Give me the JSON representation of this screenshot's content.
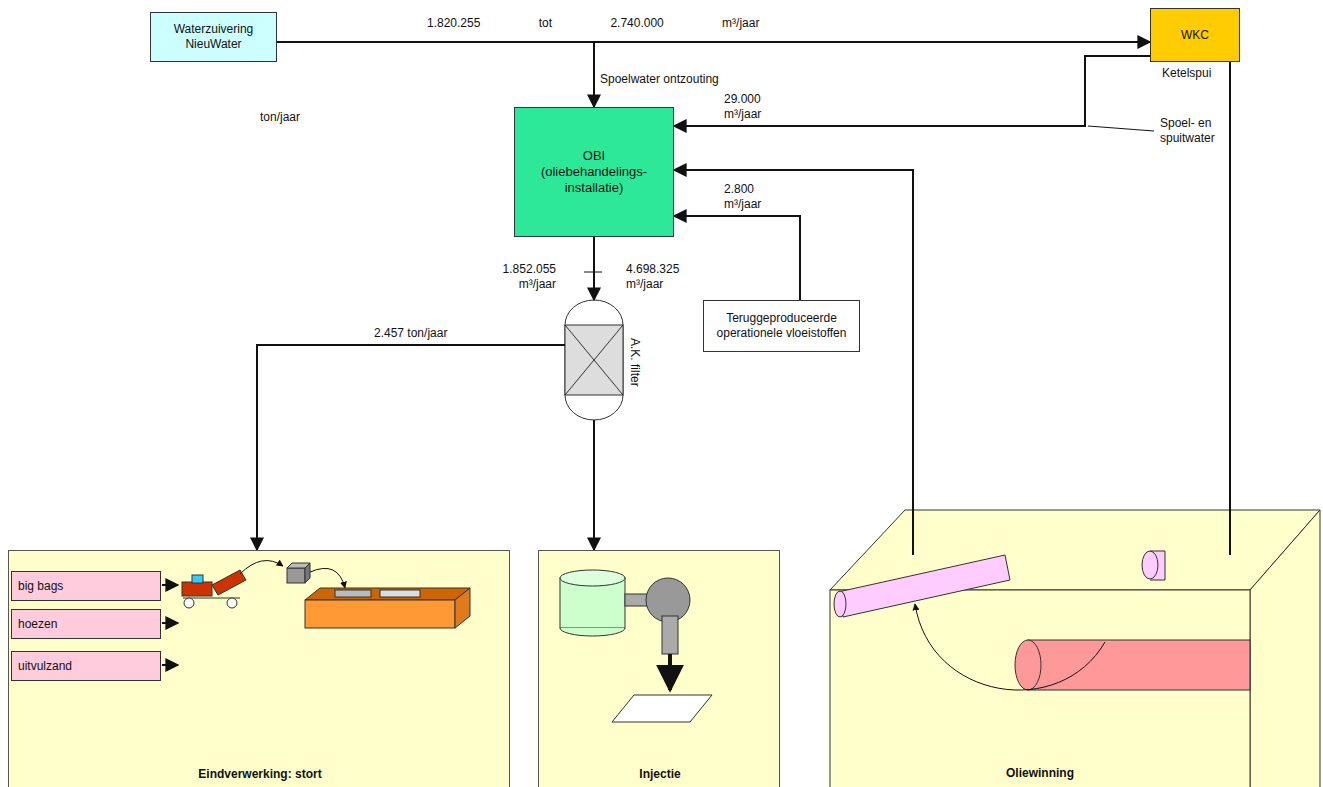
{
  "diagram": {
    "nodes": [
      {
        "text": [
          "Waterzuivering NieuWater"
        ]
      },
      {
        "text": [
          "WKC"
        ]
      },
      {
        "text": [
          "OBI (oliebehandelings- installatie)"
        ]
      },
      {
        "text": [
          "Teruggeproduceerde operationele vloeistoffen"
        ]
      },
      {
        "text": [
          "A.K. filter"
        ]
      },
      {
        "text": [
          "Eindverwerking: stort"
        ]
      },
      {
        "text": [
          "big bags"
        ],
        "in": 5
      },
      {
        "text": [
          "hoezen"
        ],
        "in": 5
      },
      {
        "text": [
          "uitvulzand"
        ],
        "in": 5
      },
      {
        "text": [
          "Injectie"
        ]
      },
      {
        "text": [
          "Oliewinning"
        ]
      }
    ],
    "edges": [
      {
        "from": 0,
        "to": 1,
        "arrow": "to",
        "label": "1.820.255 tot 2.740.000 m³/jaar"
      },
      {
        "from": 0,
        "to": 2,
        "arrow": "to",
        "label": "Spoelwater ontzouting"
      },
      {
        "from": 1,
        "to": 2,
        "arrow": "to",
        "label": "29.000 m³/jaar"
      },
      {
        "from": 10,
        "to": 2,
        "arrow": "to"
      },
      {
        "from": 3,
        "to": 2,
        "arrow": "to",
        "label": "2.800 m³/jaar"
      },
      {
        "from": 2,
        "to": 4,
        "arrow": "to"
      },
      {
        "from": 4,
        "to": 5,
        "arrow": "to",
        "label": "2.457 ton/jaar"
      },
      {
        "from": 4,
        "to": 9,
        "arrow": "to"
      },
      {
        "from": 1,
        "to": 10,
        "arrow": "none"
      }
    ],
    "labels": [
      "ton/jaar",
      "Ketelspui",
      "Spoel- en spuitwater",
      "1.852.055 m³/jaar",
      "4.698.325 m³/jaar"
    ]
  }
}
